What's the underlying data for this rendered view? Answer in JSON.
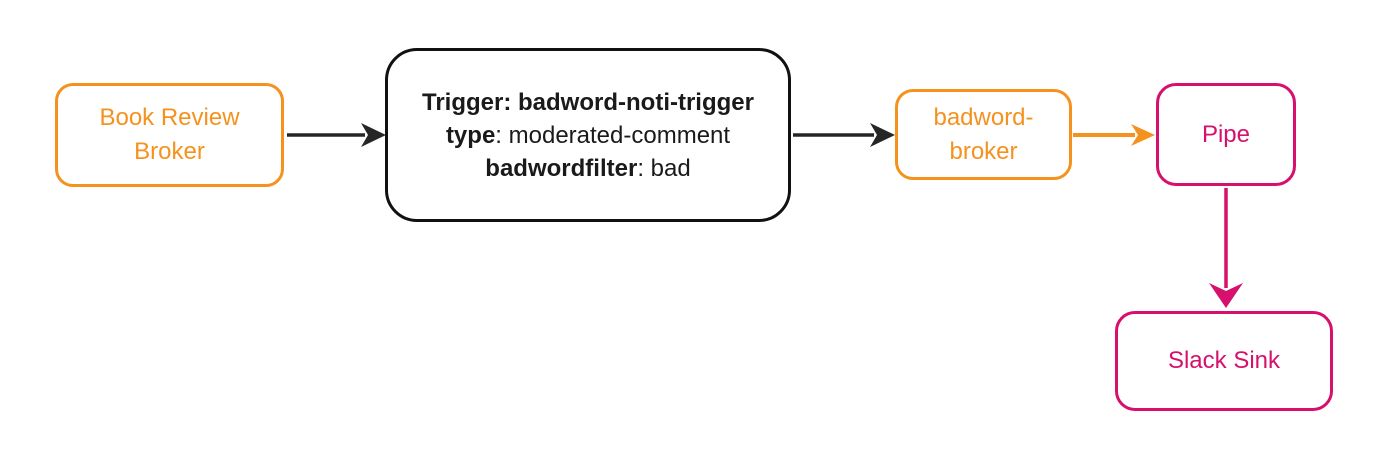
{
  "colors": {
    "background": "#FFFFFF",
    "orange": "#F5921E",
    "pink": "#D6106C",
    "black": "#111111",
    "ink": "#1A1A1A",
    "arrow": "#262626"
  },
  "diagram": {
    "nodes": {
      "book_review_broker": {
        "label": "Book Review Broker",
        "color": "#F5921E",
        "shape": "rounded-rect"
      },
      "trigger": {
        "color": "#111111",
        "shape": "rounded-rect",
        "lines": [
          {
            "parts": [
              {
                "text": "Trigger: badword-noti-trigger",
                "bold": true
              }
            ]
          },
          {
            "parts": [
              {
                "text": "type",
                "bold": true
              },
              {
                "text": ": moderated-comment",
                "bold": false
              }
            ]
          },
          {
            "parts": [
              {
                "text": "badwordfilter",
                "bold": true
              },
              {
                "text": ": bad",
                "bold": false
              }
            ]
          }
        ]
      },
      "badword_broker": {
        "label": "badword-broker",
        "color": "#F5921E",
        "shape": "rounded-rect"
      },
      "pipe": {
        "label": "Pipe",
        "color": "#D6106C",
        "shape": "rounded-rect"
      },
      "slack_sink": {
        "label": "Slack Sink",
        "color": "#D6106C",
        "shape": "rounded-rect"
      }
    },
    "edges": [
      {
        "from": "Book Review Broker",
        "to": "Trigger: badword-noti-trigger",
        "color": "#262626",
        "direction": "right"
      },
      {
        "from": "Trigger: badword-noti-trigger",
        "to": "badword-broker",
        "color": "#262626",
        "direction": "right"
      },
      {
        "from": "badword-broker",
        "to": "Pipe",
        "color": "#F5921E",
        "direction": "right"
      },
      {
        "from": "Pipe",
        "to": "Slack Sink",
        "color": "#D6106C",
        "direction": "down"
      }
    ]
  }
}
